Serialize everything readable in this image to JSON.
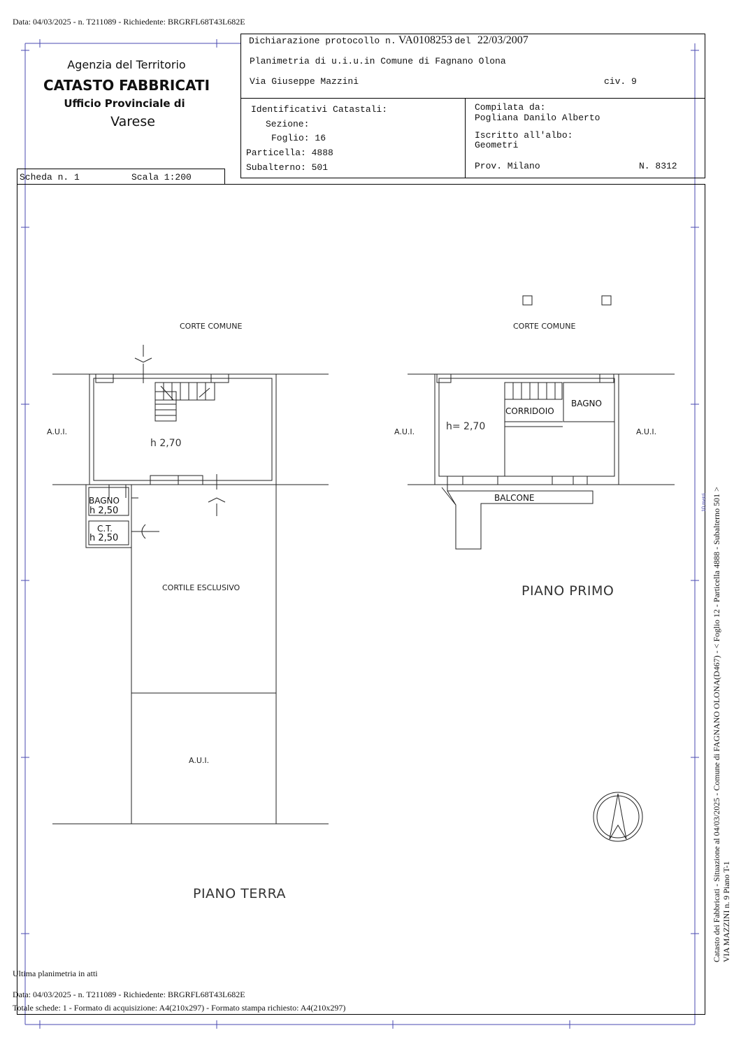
{
  "top_line": "Data: 04/03/2025 - n. T211089 - Richiedente: BRGRFL68T43L682E",
  "agency": {
    "line1": "Agenzia del Territorio",
    "line2": "CATASTO FABBRICATI",
    "line3": "Ufficio Provinciale di",
    "line4": "Varese"
  },
  "header": {
    "decl_label": "Dichiarazione protocollo n.",
    "decl_number": "VA0108253",
    "decl_del": "del",
    "decl_date": "22/03/2007",
    "planimetria": "Planimetria di u.i.u.in Comune di Fagnano Olona",
    "via": "Via Giuseppe Mazzini",
    "civ": "civ. 9"
  },
  "catastali": {
    "title": "Identificativi Catastali:",
    "sezione": "Sezione:",
    "foglio": "Foglio: 16",
    "particella": "Particella: 4888",
    "subalterno": "Subalterno: 501"
  },
  "compilata": {
    "title": "Compilata da:",
    "name": "Pogliana Danilo Alberto",
    "iscritto": "Iscritto all'albo:",
    "albo": "Geometri",
    "prov": "Prov. Milano",
    "n": "N.  8312"
  },
  "scheda": {
    "n": "Scheda n. 1",
    "scala": "Scala 1:200"
  },
  "plan_terra": {
    "corte": "CORTE COMUNE",
    "aui_left": "A.U.I.",
    "h_main": "h 2,70",
    "bagno": "BAGNO",
    "h_bagno": "h 2,50",
    "ct": "C.T.",
    "h_ct": "h 2,50",
    "cortile": "CORTILE ESCLUSIVO",
    "aui_bottom": "A.U.I.",
    "title": "PIANO TERRA"
  },
  "plan_primo": {
    "corte": "CORTE COMUNE",
    "aui_left": "A.U.I.",
    "aui_right": "A.U.I.",
    "h_main": "h= 2,70",
    "corridoio": "CORRIDOIO",
    "bagno": "BAGNO",
    "balcone": "BALCONE",
    "title": "PIANO PRIMO"
  },
  "side_text": {
    "line1": "Catasto dei Fabbricati - Situazione al 04/03/2025 - Comune di FAGNANO OLONA(D467) - <  Foglio 12 - Particella 4888 - Subalterno 501 >",
    "line2": "VIA MAZZINI n. 9 Piano T-1",
    "scale_mark": "10 metri"
  },
  "footer": {
    "ultima": "Ultima planimetria in atti",
    "data": "Data: 04/03/2025 - n. T211089 - Richiedente: BRGRFL68T43L682E",
    "totale": "Totale schede: 1 - Formato di acquisizione: A4(210x297)  - Formato stampa richiesto: A4(210x297)"
  }
}
